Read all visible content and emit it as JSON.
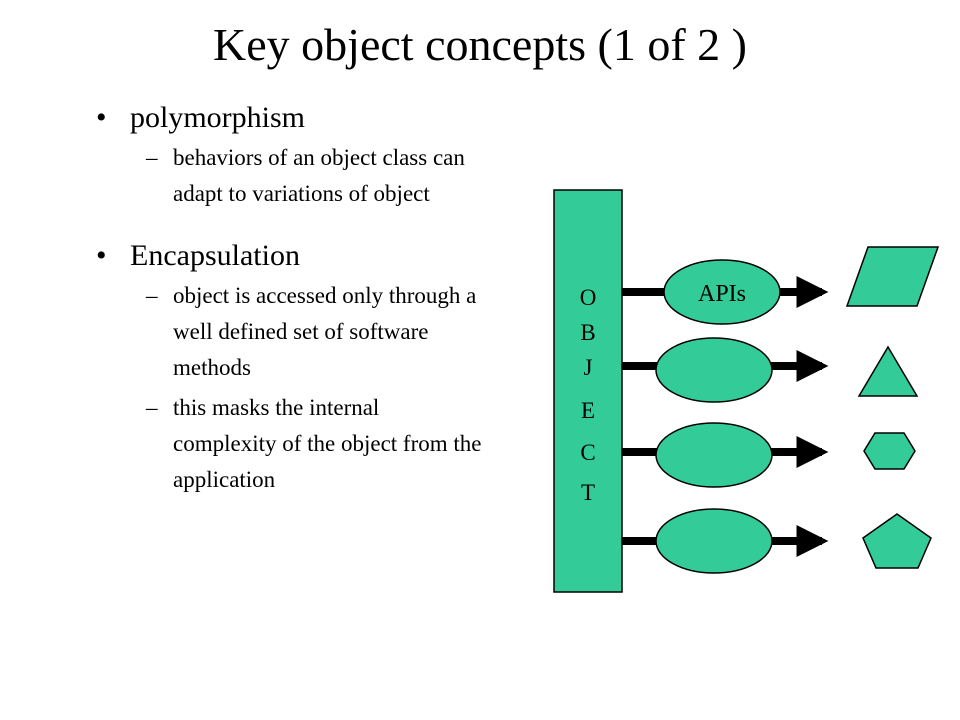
{
  "title": "Key object concepts (1 of 2 )",
  "bullets": [
    {
      "label": "polymorphism",
      "subs": [
        "behaviors of an object class can adapt to variations of object"
      ]
    },
    {
      "label": "Encapsulation",
      "subs": [
        "object is accessed only through a well defined set of software methods",
        "this masks the internal complexity of the object from the application"
      ]
    }
  ],
  "diagram": {
    "object_letters": [
      "O",
      "B",
      "J",
      "E",
      "C",
      "T"
    ],
    "api_label": "APIs",
    "colors": {
      "shape_fill": "#33cc99",
      "stroke": "#000000"
    },
    "shapes": [
      "parallelogram",
      "triangle",
      "hexagon",
      "pentagon"
    ]
  }
}
